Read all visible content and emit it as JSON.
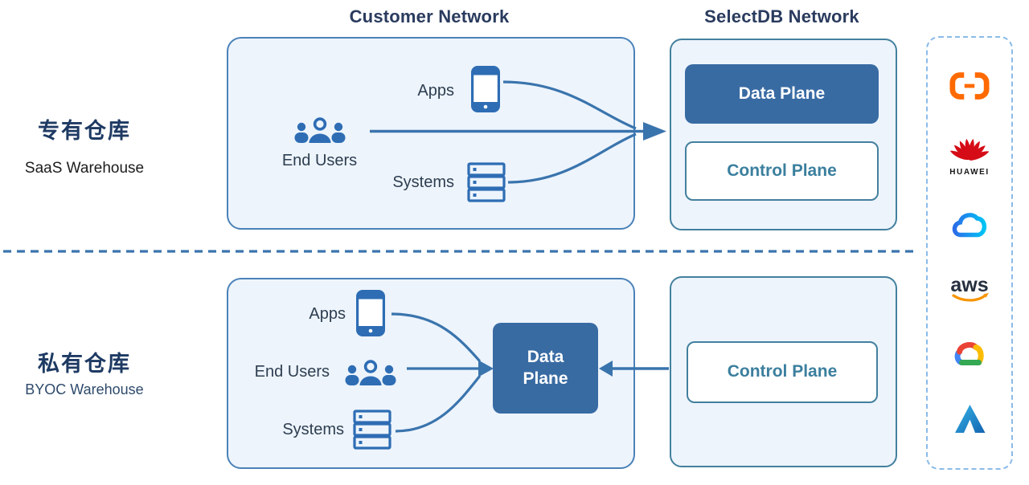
{
  "header": {
    "customer_network": "Customer Network",
    "selectdb_network": "SelectDB Network"
  },
  "rows": {
    "saas": {
      "title_zh": "专有仓库",
      "title_en": "SaaS Warehouse",
      "apps_label": "Apps",
      "end_users_label": "End Users",
      "systems_label": "Systems",
      "data_plane_label": "Data Plane",
      "control_plane_label": "Control Plane"
    },
    "byoc": {
      "title_zh": "私有仓库",
      "title_en": "BYOC Warehouse",
      "apps_label": "Apps",
      "end_users_label": "End Users",
      "systems_label": "Systems",
      "data_plane_label": "Data Plane",
      "control_plane_label": "Control Plane"
    }
  },
  "providers": {
    "items": [
      {
        "name": "alibaba-cloud-icon"
      },
      {
        "name": "huawei-cloud-icon",
        "wordmark": "HUAWEI"
      },
      {
        "name": "tencent-cloud-icon"
      },
      {
        "name": "aws-icon",
        "wordmark": "aws"
      },
      {
        "name": "google-cloud-icon"
      },
      {
        "name": "azure-icon"
      }
    ]
  },
  "colors": {
    "arrow_blue": "#3a74ad",
    "icon_blue": "#2e6db4",
    "box_fill": "#edf4fc",
    "customer_border": "#4a82b8",
    "selectdb_border": "#43809e",
    "data_plane_fill": "#396ba3",
    "control_plane_text": "#3b7f9e",
    "title_navy": "#2a3b5e",
    "alibaba_orange": "#FF6A00",
    "huawei_red": "#d50c17",
    "aws_dark": "#252f3e",
    "aws_orange": "#f79400"
  }
}
